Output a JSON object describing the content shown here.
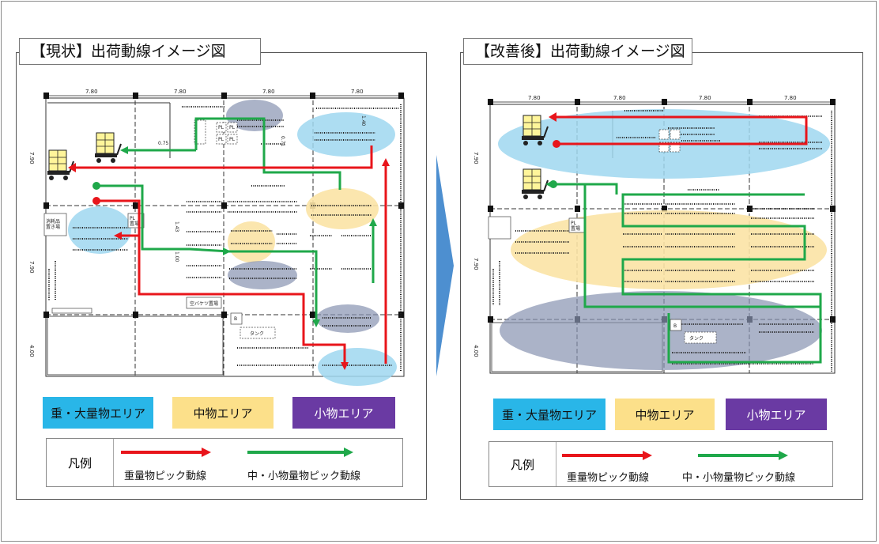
{
  "colors": {
    "heavy_zone": "#29b6e8",
    "medium_zone": "#fce08a",
    "small_zone": "#6a3aa3",
    "heavy_route": "#e8151b",
    "small_route": "#1fa84a",
    "divider_arrow": "#4d8fd0"
  },
  "left": {
    "title": "【現状】出荷動線イメージ図",
    "dims_top": [
      "7.80",
      "7.80",
      "7.80",
      "7.80"
    ],
    "dims_side": [
      "7.90",
      "7.90",
      "4.00"
    ],
    "inner_labels": {
      "pl": "PL",
      "pl_place": "PL\n置場",
      "consumables": "消耗品\n置き場",
      "empty_bucket": "空バケツ置場",
      "tank": "タンク",
      "b": "B",
      "small_dims": [
        "0.75",
        "0.71",
        "1.40",
        "1.43",
        "1.00"
      ]
    }
  },
  "right": {
    "title": "【改善後】出荷動線イメージ図",
    "dims_top": [
      "7.80",
      "7.80",
      "7.80",
      "7.80"
    ],
    "dims_side": [
      "7.90",
      "7.90",
      "4.00"
    ],
    "inner_labels": {
      "pl_place": "PL\n置場",
      "tank": "タンク",
      "b": "B"
    }
  },
  "zones": {
    "heavy": "重・大量物エリア",
    "medium": "中物エリア",
    "small": "小物エリア"
  },
  "legend": {
    "caption": "凡例",
    "heavy_route": "重量物ピック動線",
    "small_route": "中・小物量物ピック動線"
  }
}
